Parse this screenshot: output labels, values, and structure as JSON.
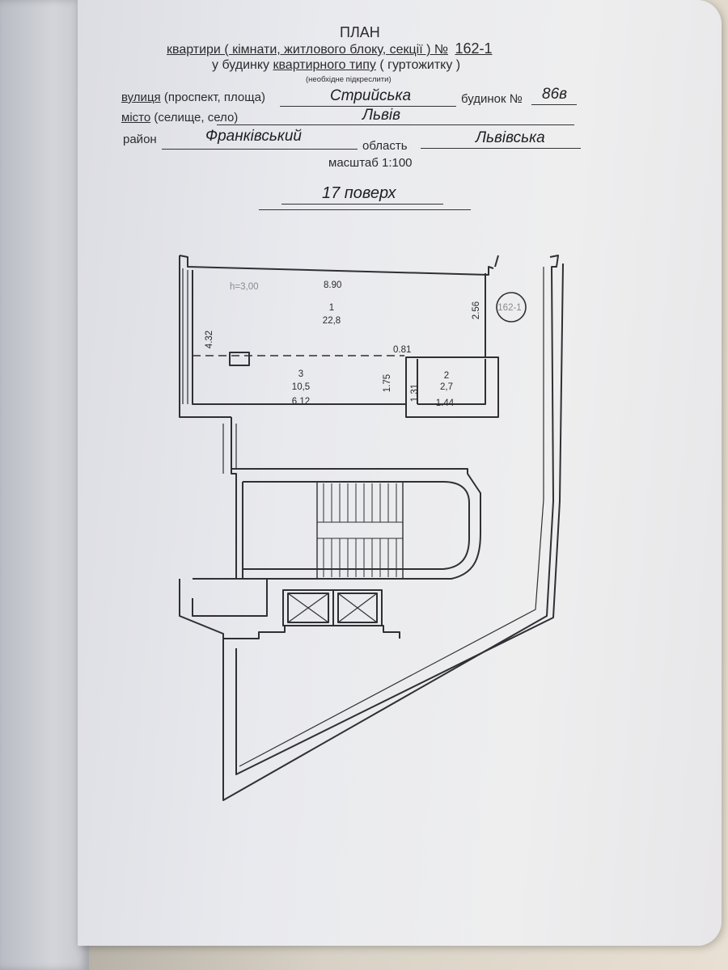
{
  "header": {
    "title": "ПЛАН",
    "line1_prefix": "квартири ( кімнати, житлового блоку, секції ) №",
    "apartment_number": "162-1",
    "line2_prefix": "у будинку",
    "line2_underlined": "квартирного типу",
    "line2_suffix": "( гуртожитку )",
    "note": "(необхідне підкреслити)",
    "street_label_a": "вулиця",
    "street_label_b": "(проспект, площа)",
    "street_value": "Стрийська",
    "house_label": "будинок №",
    "house_value": "86в",
    "city_label_a": "місто",
    "city_label_b": "(селище, село)",
    "city_value": "Львів",
    "district_label": "район",
    "district_value": "Франківський",
    "region_label": "область",
    "region_value": "Львівська",
    "scale": "масштаб 1:100",
    "floor": "17 поверх"
  },
  "plan": {
    "ceiling_height": "h=3,00",
    "top_width": "8.90",
    "room1_number": "1",
    "room1_area": "22,8",
    "left_depth": "4.32",
    "right_depth": "2.56",
    "partition_width": "0.81",
    "room3_number": "3",
    "room3_area": "10,5",
    "room3_width": "6.12",
    "room3_depth": "1.75",
    "room2_number": "2",
    "room2_area": "2,7",
    "room2_depth": "1.31",
    "room2_width": "1.44",
    "circle_label": "162-1"
  }
}
